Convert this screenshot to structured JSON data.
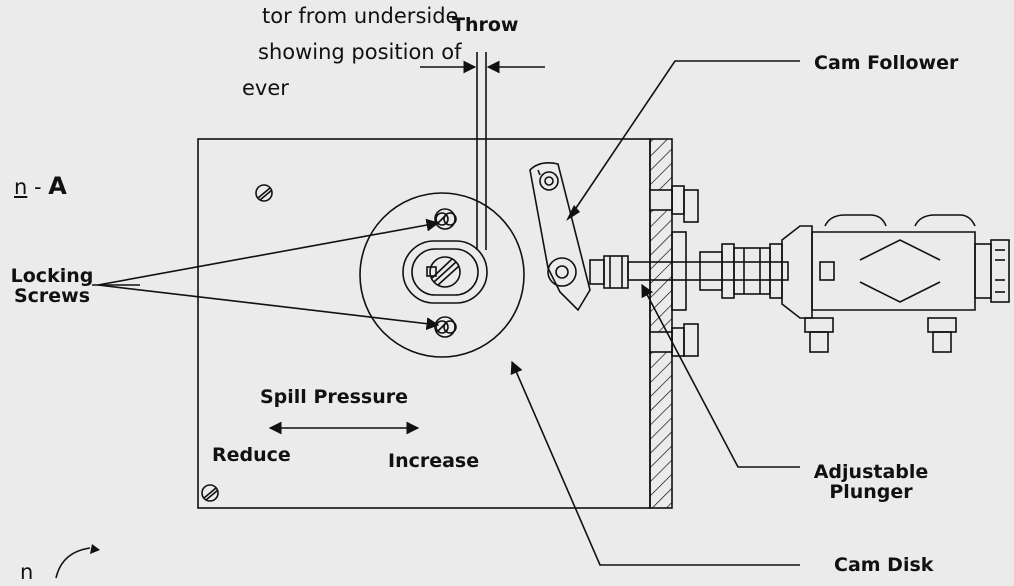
{
  "caption": {
    "line1": "tor from underside",
    "line2": "showing position of",
    "line3": "ever",
    "section_underlined": "n",
    "section_sep": " - ",
    "section_letter": "A",
    "bottom_fragment": "n"
  },
  "labels": {
    "throw": "Throw",
    "cam_follower": "Cam Follower",
    "locking": "Locking",
    "screws": "Screws",
    "spill_pressure": "Spill  Pressure",
    "reduce": "Reduce",
    "increase": "Increase",
    "adjustable": "Adjustable",
    "plunger": "Plunger",
    "cam_disk": "Cam Disk"
  }
}
